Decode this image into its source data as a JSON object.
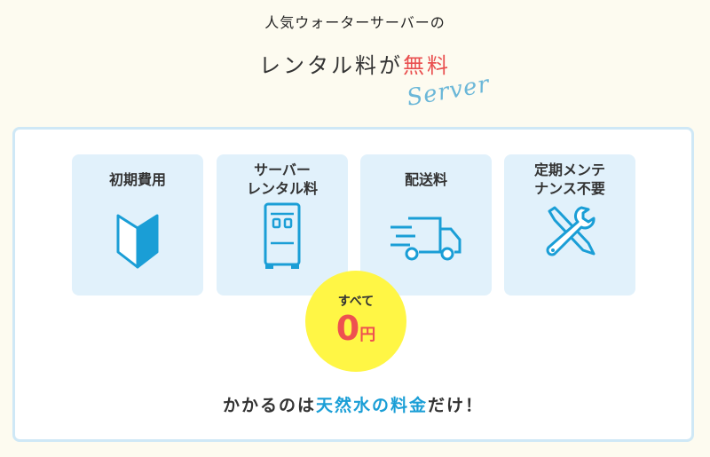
{
  "header": {
    "subtitle": "人気ウォーターサーバーの",
    "title_main": "レンタル料が",
    "title_highlight": "無料",
    "script_word": "Server"
  },
  "tiles": [
    {
      "label": "初期費用",
      "icon": "beginner-mark-icon"
    },
    {
      "label": "サーバー\nレンタル料",
      "icon": "water-server-icon"
    },
    {
      "label": "配送料",
      "icon": "delivery-truck-icon"
    },
    {
      "label": "定期メンテ\nナンス不要",
      "icon": "tools-icon"
    }
  ],
  "badge": {
    "top": "すべて",
    "amount": "0",
    "unit": "円"
  },
  "footer": {
    "before": "かかるのは",
    "highlight": "天然水の料金",
    "after": "だけ！"
  },
  "colors": {
    "accent": "#1a9ed6",
    "red": "#ee5150",
    "yellow": "#fff645",
    "tile": "#e1f1fb"
  }
}
